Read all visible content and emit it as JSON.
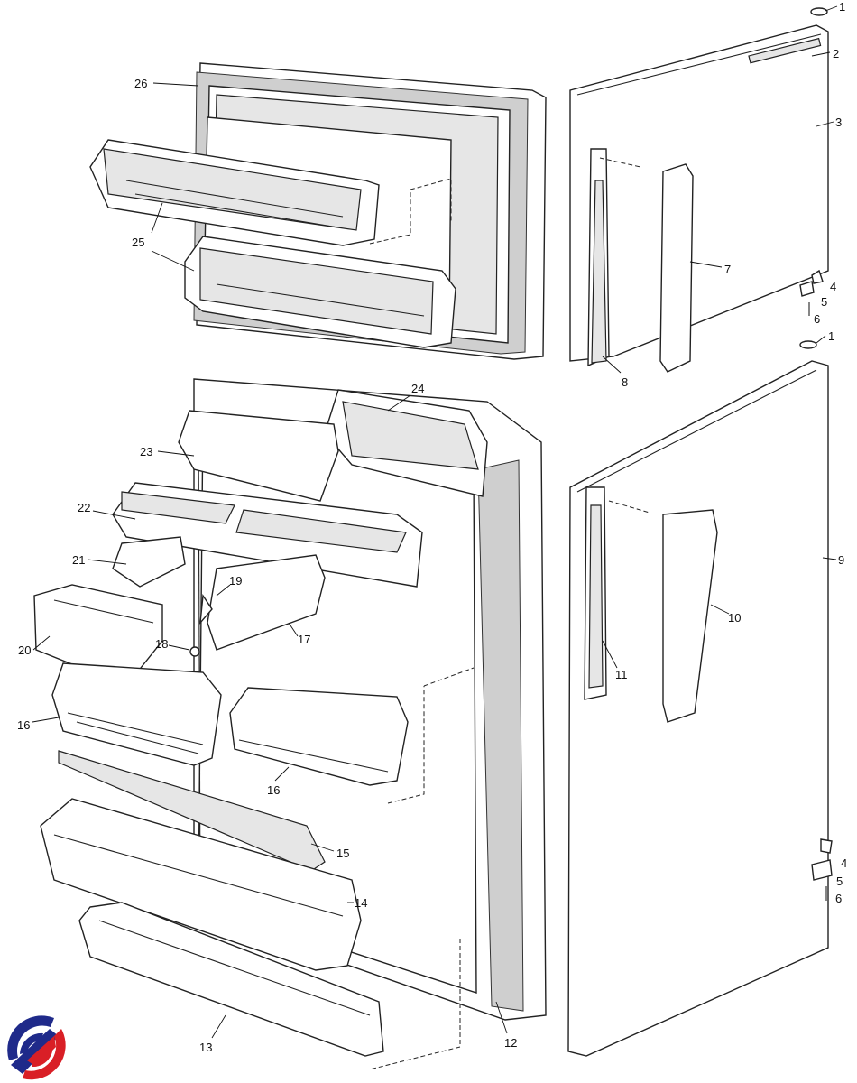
{
  "title": "Refrigerator door parts exploded view",
  "labels": {
    "p1a": "1",
    "p2": "2",
    "p3": "3",
    "p4a": "4",
    "p5a": "5",
    "p6a": "6",
    "p7": "7",
    "p1b": "1",
    "p8": "8",
    "p9": "9",
    "p10": "10",
    "p11": "11",
    "p4b": "4",
    "p5b": "5",
    "p6b": "6",
    "p26": "26",
    "p25": "25",
    "p24": "24",
    "p23": "23",
    "p22": "22",
    "p21": "21",
    "p19": "19",
    "p17": "17",
    "p18": "18",
    "p20": "20",
    "p16a": "16",
    "p16b": "16",
    "p15": "15",
    "p14": "14",
    "p13": "13",
    "p12": "12"
  },
  "logo": {
    "icon": "swirl-logo",
    "colors": [
      "#1f2a8a",
      "#d91f26"
    ]
  }
}
